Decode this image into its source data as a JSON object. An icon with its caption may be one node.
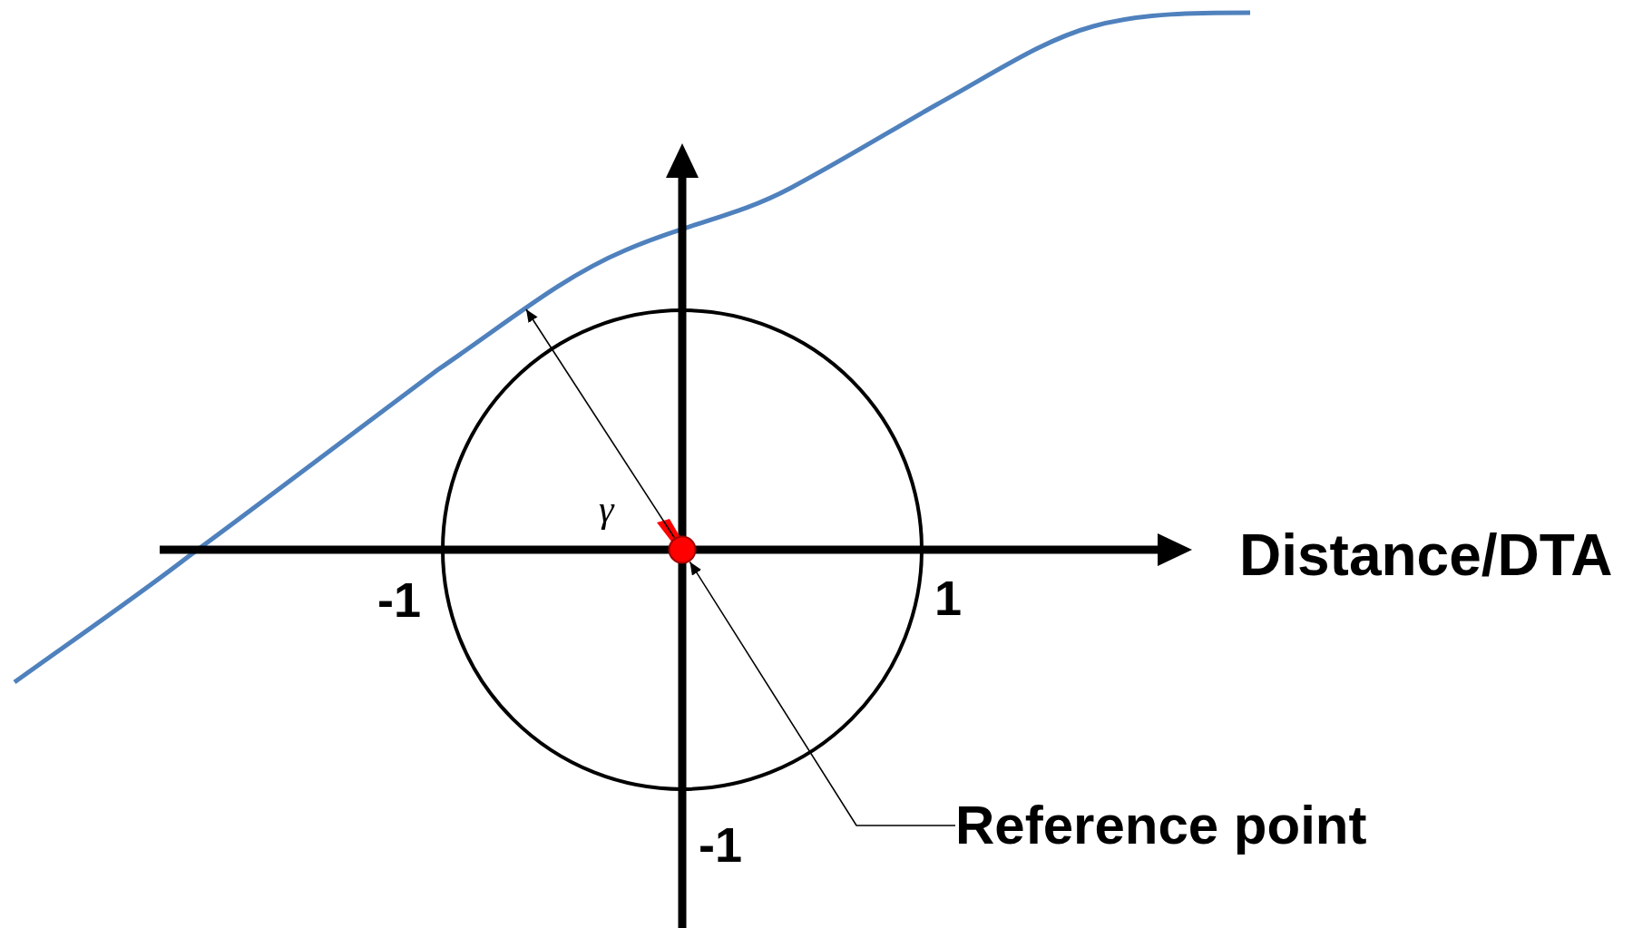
{
  "diagram": {
    "nodes": [
      {
        "text": [
          "Reference point"
        ]
      },
      {
        "text": [],
        "shape": "circle"
      }
    ],
    "edges": [
      {
        "from": 0,
        "to": 1,
        "arrow": "to"
      },
      {
        "from": 1,
        "to": null,
        "arrow": "to",
        "label": "γ"
      }
    ],
    "labels": [
      "Distance/DTA",
      "-1",
      "1",
      "-1"
    ]
  }
}
